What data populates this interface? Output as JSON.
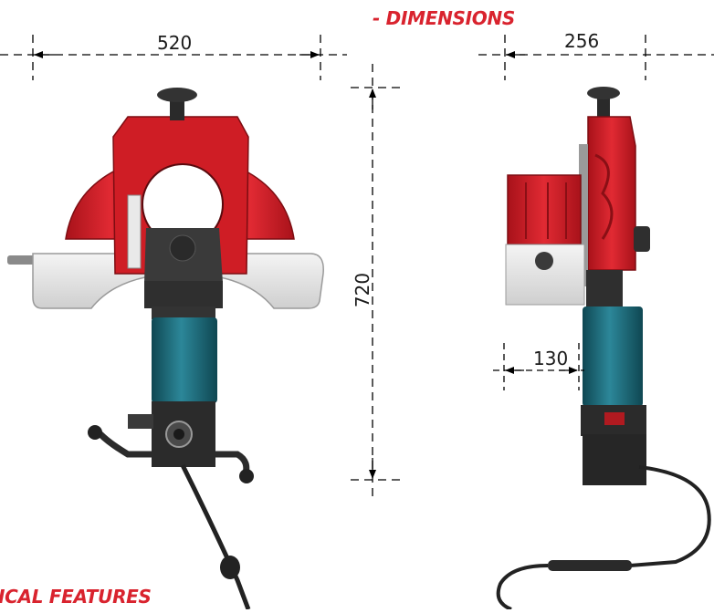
{
  "header": {
    "title": "- DIMENSIONS"
  },
  "footer": {
    "section_title": "ICAL FEATURES"
  },
  "dimensions": {
    "front_width": "520",
    "side_width": "256",
    "height": "720",
    "motor_offset": "130"
  },
  "colors": {
    "accent_red": "#d9232e",
    "body_red": "#c8181e",
    "motor_teal": "#1f6a78",
    "base_grey": "#e6e6e6",
    "dark": "#262626"
  }
}
